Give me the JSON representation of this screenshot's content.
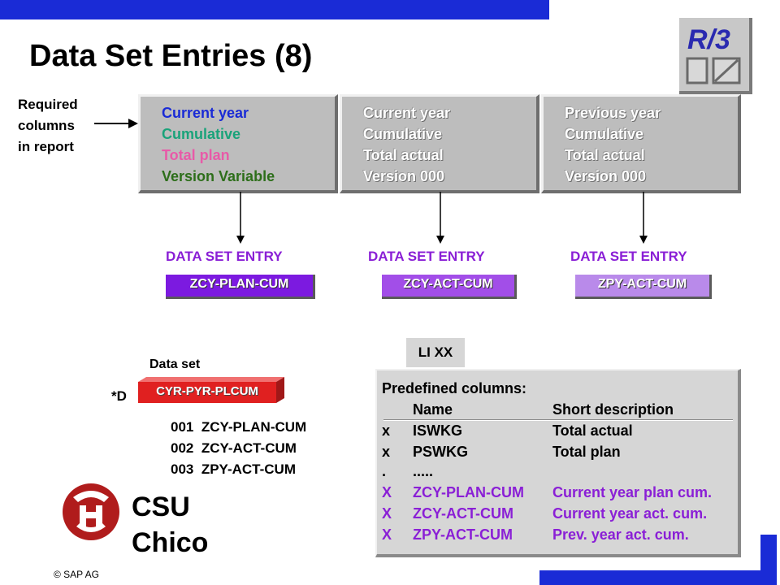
{
  "title": "Data Set Entries (8)",
  "colors": {
    "blue": "#1a2bd6",
    "green": "#1aa37a",
    "pink": "#e85aa8",
    "darkgreen": "#2d6e1a",
    "purple": "#8a1fd6",
    "maroon": "#b01c1c"
  },
  "required_label": [
    "Required",
    "columns",
    "in report"
  ],
  "columns": [
    {
      "lines": [
        "Current year",
        "Cumulative",
        "Total plan",
        "Version Variable"
      ]
    },
    {
      "lines": [
        "Current year",
        "Cumulative",
        "Total actual",
        "Version 000"
      ]
    },
    {
      "lines": [
        "Previous year",
        "Cumulative",
        "Total actual",
        "Version 000"
      ]
    }
  ],
  "entries": [
    {
      "label": "DATA SET ENTRY",
      "button": "ZCY-PLAN-CUM"
    },
    {
      "label": "DATA SET ENTRY",
      "button": "ZCY-ACT-CUM"
    },
    {
      "label": "DATA SET ENTRY",
      "button": "ZPY-ACT-CUM"
    }
  ],
  "dataset": {
    "label": "Data set",
    "prefix": "*D",
    "name": "CYR-PYR-PLCUM",
    "items": [
      {
        "num": "001",
        "name": "ZCY-PLAN-CUM"
      },
      {
        "num": "002",
        "name": "ZCY-ACT-CUM"
      },
      {
        "num": "003",
        "name": "ZPY-ACT-CUM"
      }
    ]
  },
  "li_tab": "LI XX",
  "predefined": {
    "title": "Predefined columns:",
    "header_name": "Name",
    "header_desc": "Short description",
    "rows": [
      {
        "mark": "x",
        "name": "ISWKG",
        "desc": "Total actual"
      },
      {
        "mark": "x",
        "name": "PSWKG",
        "desc": "Total plan"
      },
      {
        "mark": ".",
        "name": ".....",
        "desc": ""
      },
      {
        "mark": "X",
        "name": "ZCY-PLAN-CUM",
        "desc": "Current year plan cum."
      },
      {
        "mark": "X",
        "name": "ZCY-ACT-CUM",
        "desc": "Current year act. cum."
      },
      {
        "mark": "X",
        "name": "ZPY-ACT-CUM",
        "desc": "Prev. year act. cum."
      }
    ]
  },
  "logo": {
    "line1": "CSU",
    "line2": "Chico"
  },
  "copyright": "© SAP AG"
}
